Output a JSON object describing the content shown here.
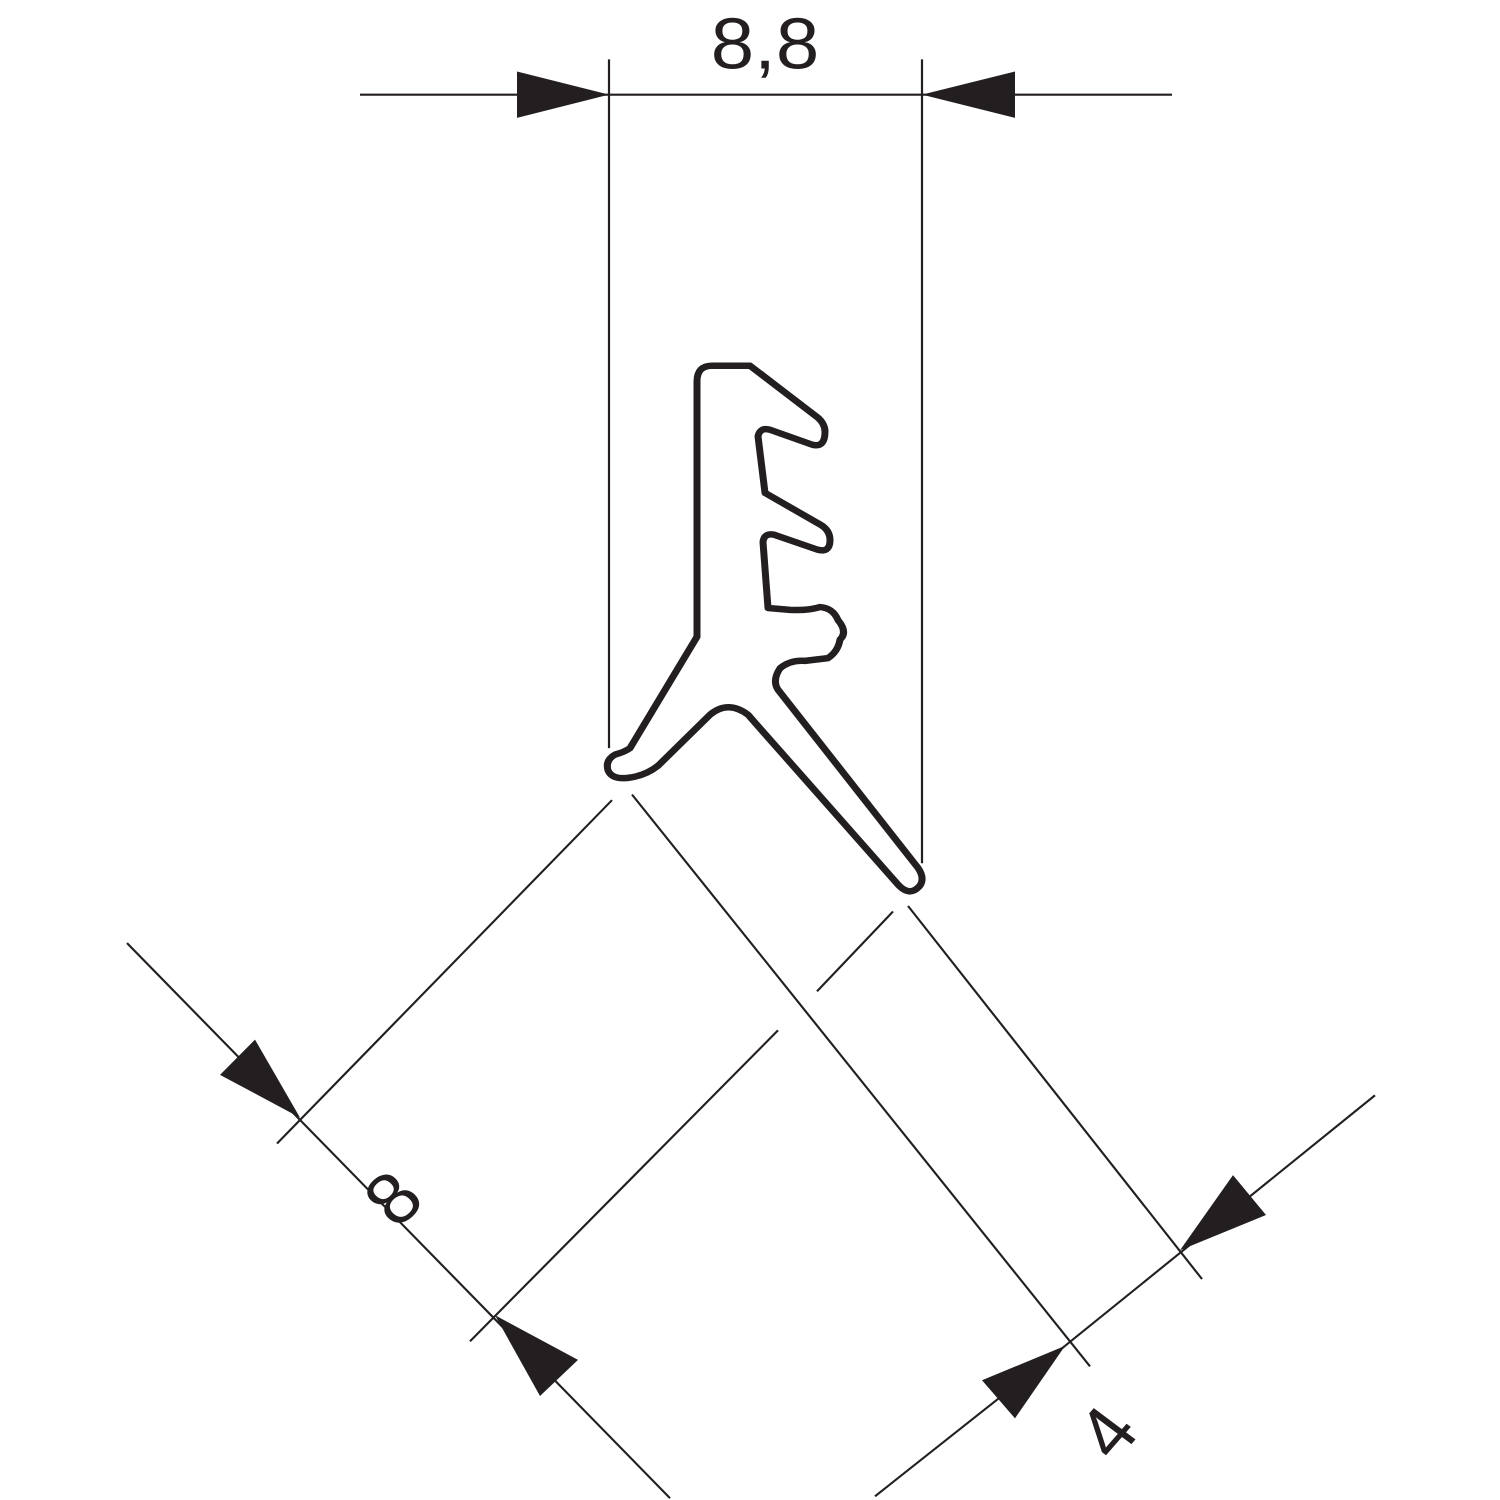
{
  "drawing": {
    "dimension_top": "8,8",
    "dimension_left": "8",
    "dimension_right": "4",
    "line_color": "#231f20"
  }
}
